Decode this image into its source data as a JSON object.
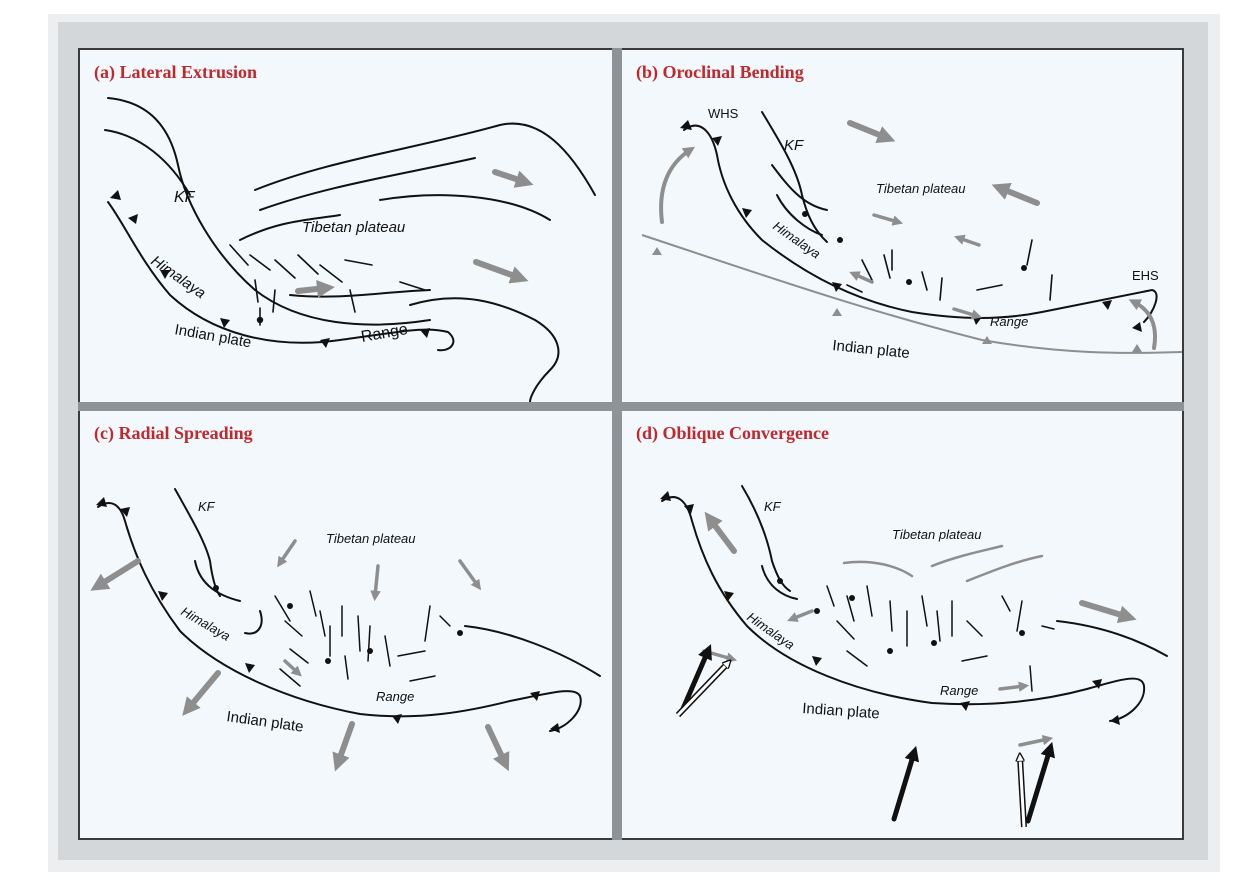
{
  "colors": {
    "title": "#c0282d",
    "ink": "#111111",
    "motion_arrow": "#8e8e8e",
    "panel_bg": "#f2f8fb",
    "divider": "#8e9397"
  },
  "panels": {
    "a": {
      "title": "(a) Lateral Extrusion",
      "labels": {
        "kf": "KF",
        "plateau": "Tibetan plateau",
        "himalaya": "Himalaya",
        "range": "Range",
        "indian": "Indian plate"
      }
    },
    "b": {
      "title": "(b) Oroclinal Bending",
      "labels": {
        "whs": "WHS",
        "kf": "KF",
        "plateau": "Tibetan plateau",
        "himalaya": "Himalaya",
        "range": "Range",
        "indian": "Indian plate",
        "ehs": "EHS"
      }
    },
    "c": {
      "title": "(c) Radial Spreading",
      "labels": {
        "kf": "KF",
        "plateau": "Tibetan plateau",
        "himalaya": "Himalaya",
        "range": "Range",
        "indian": "Indian plate"
      }
    },
    "d": {
      "title": "(d) Oblique Convergence",
      "labels": {
        "kf": "KF",
        "plateau": "Tibetan plateau",
        "himalaya": "Himalaya",
        "range": "Range",
        "indian": "Indian plate"
      }
    }
  }
}
